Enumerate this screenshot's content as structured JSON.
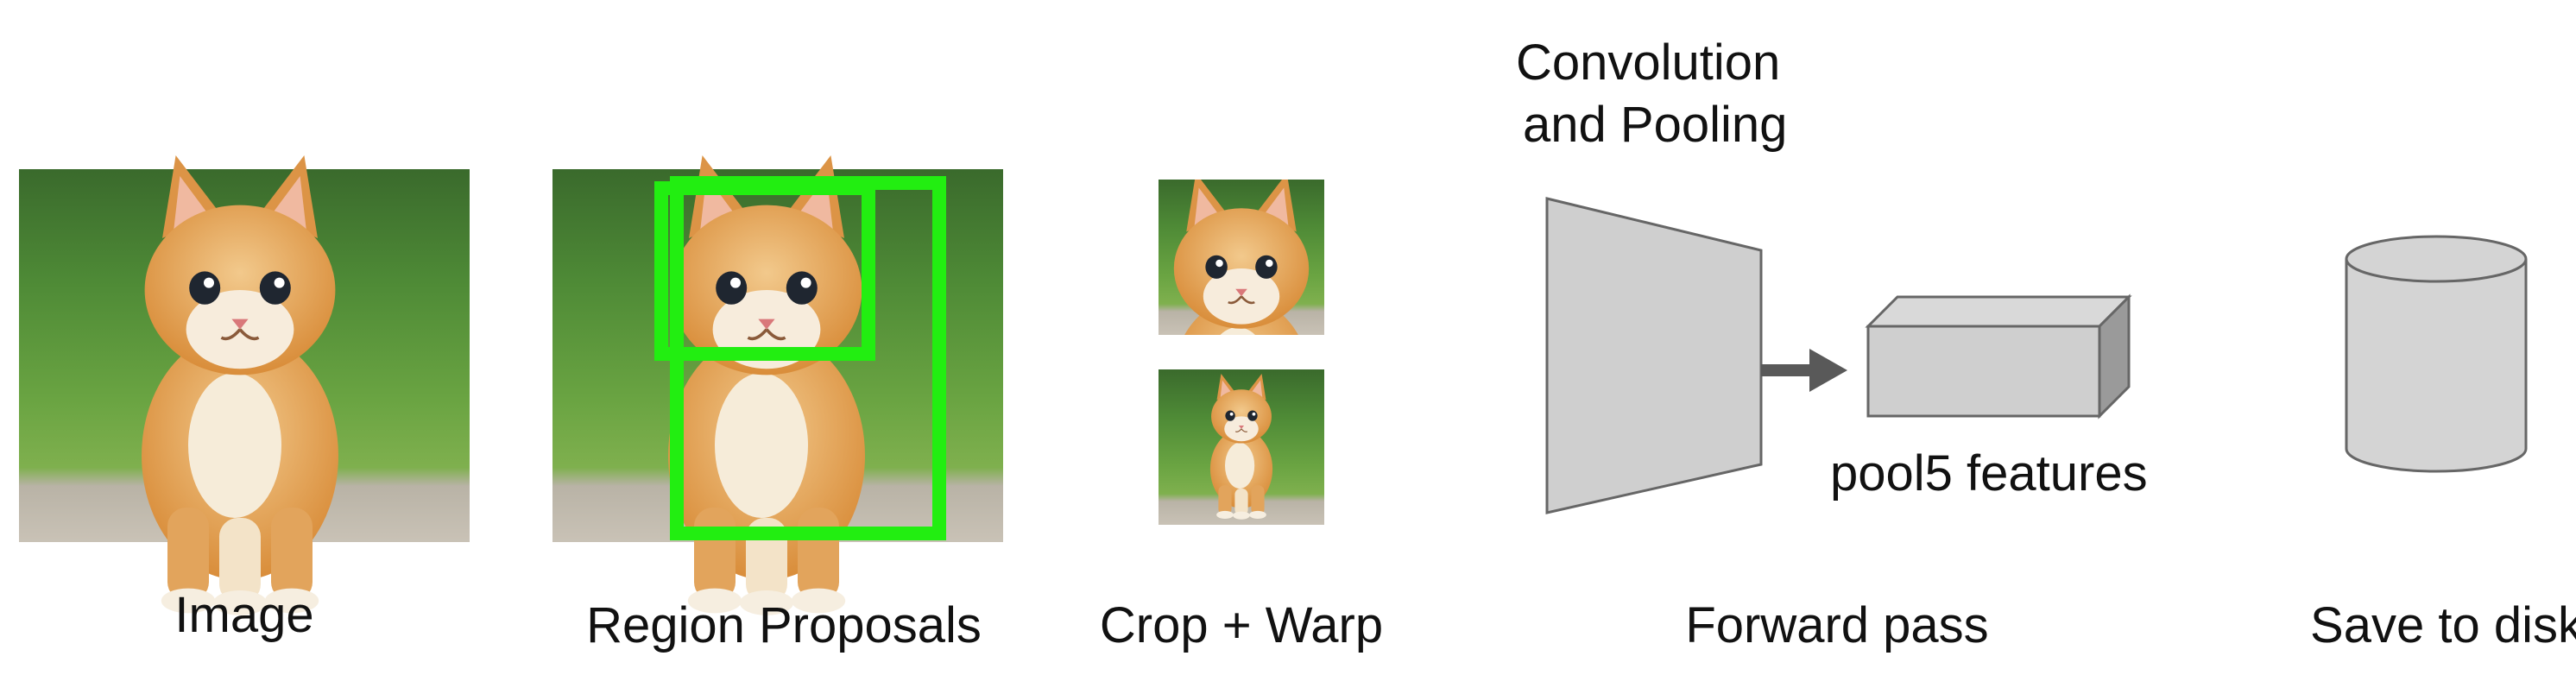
{
  "steps": {
    "image": "Image",
    "region_proposals": "Region Proposals",
    "crop_warp": "Crop + Warp",
    "forward_pass": "Forward pass",
    "save_to_disk": "Save to disk"
  },
  "network": {
    "title_line1": "Convolution",
    "title_line2": "and Pooling",
    "features_label": "pool5 features"
  },
  "colors": {
    "proposal_box": "#22ee11",
    "shape_fill": "#cfcfcf",
    "shape_stroke": "#666666",
    "arrow": "#595959"
  },
  "icons": {
    "cnn": "trapezoid-icon",
    "features": "box-icon",
    "disk": "cylinder-icon"
  }
}
